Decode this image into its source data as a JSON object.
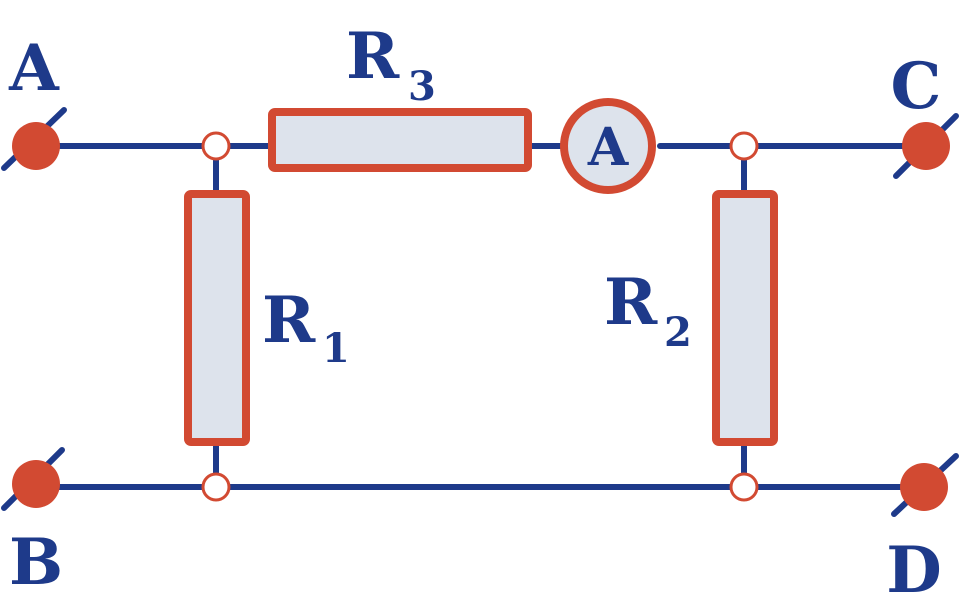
{
  "terminals": {
    "a": "A",
    "b": "B",
    "c": "C",
    "d": "D"
  },
  "resistors": {
    "r1": {
      "letter": "R",
      "subscript": "1"
    },
    "r2": {
      "letter": "R",
      "subscript": "2"
    },
    "r3": {
      "letter": "R",
      "subscript": "3"
    }
  },
  "ammeter": {
    "symbol": "A"
  },
  "colors": {
    "wire": "#1e3a8a",
    "component_outline": "#d24a32",
    "component_fill": "#dde3ec",
    "terminal": "#d24a32"
  }
}
